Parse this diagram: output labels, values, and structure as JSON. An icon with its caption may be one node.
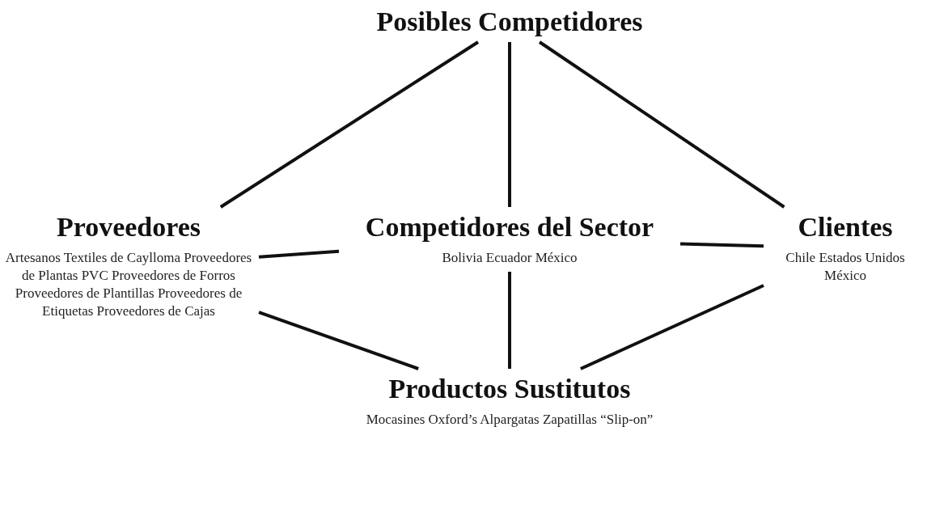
{
  "diagram": {
    "nodes": [
      {
        "text": [
          "Posibles Competidores"
        ]
      },
      {
        "text": [
          "Proveedores",
          "Artesanos Textiles de Caylloma Proveedores de Plantas PVC Proveedores de Forros Proveedores de Plantillas Proveedores de Etiquetas Proveedores de Cajas"
        ]
      },
      {
        "text": [
          "Competidores del Sector",
          "Bolivia Ecuador México"
        ]
      },
      {
        "text": [
          "Clientes",
          "Chile Estados Unidos México"
        ]
      },
      {
        "text": [
          "Productos Sustitutos",
          "Mocasines Oxford’s Alpargatas Zapatillas “Slip-on”"
        ]
      }
    ],
    "edges": [
      {
        "from": 1,
        "to": 0,
        "arrow": "none"
      },
      {
        "from": 0,
        "to": 3,
        "arrow": "none"
      },
      {
        "from": 0,
        "to": 2,
        "arrow": "none"
      },
      {
        "from": 1,
        "to": 2,
        "arrow": "none"
      },
      {
        "from": 2,
        "to": 3,
        "arrow": "none"
      },
      {
        "from": 2,
        "to": 4,
        "arrow": "none"
      },
      {
        "from": 1,
        "to": 4,
        "arrow": "none"
      },
      {
        "from": 3,
        "to": 4,
        "arrow": "none"
      }
    ]
  }
}
